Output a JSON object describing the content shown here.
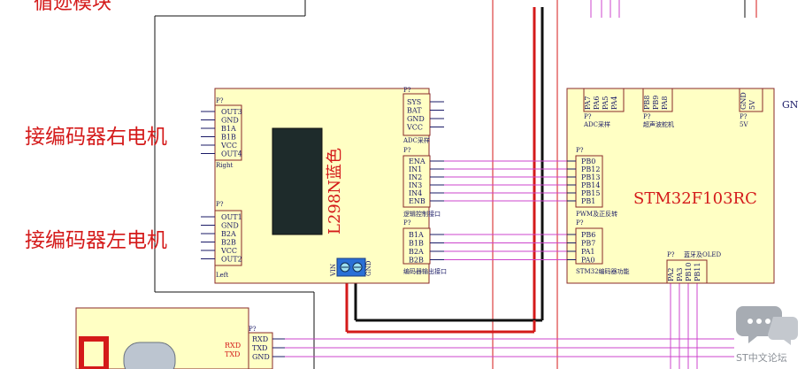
{
  "colors": {
    "block_fill": "#ffffc4",
    "block_stroke": "#8a2a2a",
    "signal_wire": "#cc44cc",
    "red_wire": "#d41a1a",
    "black_wire": "#111111",
    "text_blue": "#1a1a66",
    "heading_red": "#d41a1a"
  },
  "labels": {
    "top_left_partial": "循迹模块",
    "right_motor_note": "接编码器右电机",
    "left_motor_note": "接编码器左电机",
    "gnd_edge": "GN",
    "watermark": "ST中文论坛"
  },
  "right_connector": {
    "ref": "P?",
    "pins": [
      "OUT3",
      "GND",
      "B1A",
      "B1B",
      "VCC",
      "OUT4"
    ],
    "name": "Right"
  },
  "left_connector": {
    "ref": "P?",
    "pins": [
      "OUT1",
      "GND",
      "B2A",
      "B2B",
      "VCC",
      "OUT2"
    ],
    "name": "Left"
  },
  "l298n": {
    "label": "L298N蓝色",
    "terminal_labels": [
      "VIN",
      "GND"
    ]
  },
  "adc_connector": {
    "ref": "P?",
    "pins": [
      "SYS",
      "BAT",
      "GND",
      "VCC"
    ],
    "name": "ADC采样"
  },
  "logic_connector": {
    "ref": "P?",
    "pins": [
      "ENA",
      "IN1",
      "IN2",
      "IN3",
      "IN4",
      "ENB"
    ],
    "name": "逻辑控制接口"
  },
  "encoder_connector": {
    "ref": "P?",
    "pins": [
      "B1A",
      "B1B",
      "B2A",
      "B2B"
    ],
    "name": "编码器输出接口"
  },
  "mcu": {
    "name": "STM32F103RC",
    "adc_header": {
      "ref": "P?",
      "pins": [
        "PA7",
        "PA6",
        "PA5",
        "PA4"
      ],
      "name": "ADC采样"
    },
    "ultrasonic_header": {
      "ref": "P?",
      "pins": [
        "PB8",
        "PB9",
        "PA8"
      ],
      "name": "超声波舵机"
    },
    "power_header": {
      "ref": "P?",
      "pins": [
        "GND",
        "5V"
      ],
      "name": "5V"
    },
    "pwm_header": {
      "ref": "P?",
      "pins": [
        "PB0",
        "PB12",
        "PB13",
        "PB14",
        "PB15",
        "PB1"
      ],
      "name": "PWM及正反转"
    },
    "encoder_header": {
      "ref": "P?",
      "pins": [
        "PB6",
        "PB7",
        "PA1",
        "PA0"
      ],
      "name": "STM32编码器功能"
    },
    "bt_header": {
      "ref": "P?",
      "pins": [
        "PA2",
        "PA3",
        "PB10",
        "PB11"
      ],
      "name": "蓝牙及OLED"
    }
  },
  "bt_module": {
    "ref": "P?",
    "pins": [
      "RXD",
      "TXD",
      "GND"
    ],
    "side_pins": [
      "RXD",
      "TXD"
    ]
  }
}
